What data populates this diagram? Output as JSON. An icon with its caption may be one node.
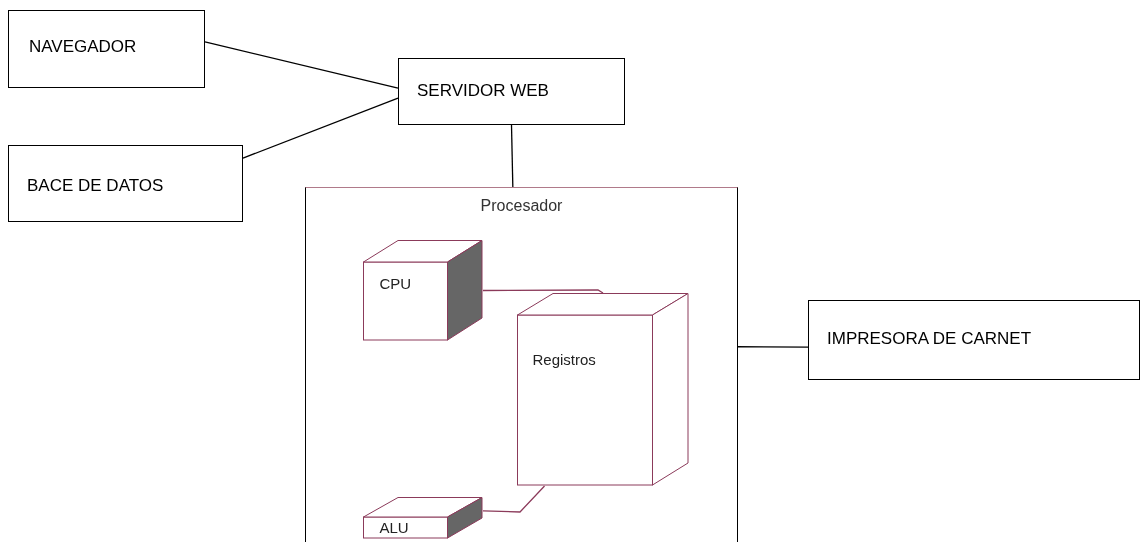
{
  "diagram": {
    "nodes": [
      {
        "text": [
          "NAVEGADOR"
        ]
      },
      {
        "text": [
          "SERVIDOR WEB"
        ]
      },
      {
        "text": [
          "BACE DE DATOS"
        ]
      },
      {
        "text": [
          "Procesador"
        ]
      },
      {
        "text": [
          "CPU"
        ],
        "in": 3
      },
      {
        "text": [
          "Registros"
        ],
        "in": 3
      },
      {
        "text": [
          "ALU"
        ],
        "in": 3
      },
      {
        "text": [
          "IMPRESORA DE CARNET"
        ]
      }
    ],
    "edges": [
      {
        "from": 0,
        "to": 1,
        "arrow": "none"
      },
      {
        "from": 2,
        "to": 1,
        "arrow": "none"
      },
      {
        "from": 1,
        "to": 3,
        "arrow": "none"
      },
      {
        "from": 4,
        "to": 5,
        "arrow": "none",
        "color": "#8b3a5a"
      },
      {
        "from": 6,
        "to": 5,
        "arrow": "none",
        "color": "#8b3a5a"
      },
      {
        "from": 3,
        "to": 7,
        "arrow": "none"
      }
    ]
  }
}
